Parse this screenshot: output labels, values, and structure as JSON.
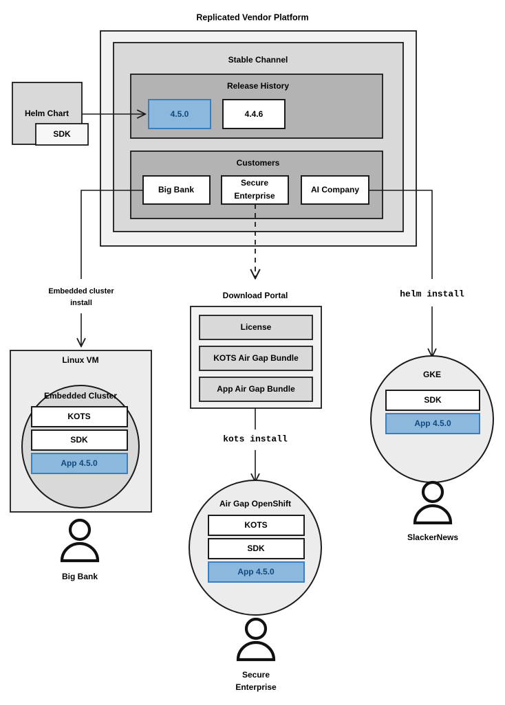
{
  "diagram": {
    "title": "Replicated Vendor Platform",
    "colors": {
      "accent_blue_fill": "#8cb8dd",
      "accent_blue_stroke": "#3a7ebd",
      "accent_blue_text": "#11497f",
      "panel_outer": "#f2f2f2",
      "panel_mid": "#d9d9d9",
      "panel_inner": "#b3b3b3",
      "box_gray": "#d9d9d9",
      "box_white": "#ffffff",
      "stroke": "#1a1a1a"
    }
  },
  "source": {
    "helm_chart": {
      "label": "Helm Chart"
    },
    "helm_sdk": {
      "label": "SDK"
    }
  },
  "platform": {
    "stable_channel": {
      "label": "Stable Channel"
    },
    "release_history": {
      "label": "Release History",
      "releases": [
        {
          "version": "4.5.0",
          "highlighted": true
        },
        {
          "version": "4.4.6",
          "highlighted": false
        }
      ]
    },
    "customers": {
      "label": "Customers",
      "items": [
        {
          "name": "Big Bank"
        },
        {
          "name": "Secure\nEnterprise",
          "line1": "Secure",
          "line2": "Enterprise"
        },
        {
          "name": "AI Company"
        }
      ]
    }
  },
  "download_portal": {
    "label": "Download Portal",
    "artifacts": [
      {
        "label": "License"
      },
      {
        "label": "KOTS Air Gap Bundle"
      },
      {
        "label": "App Air Gap Bundle"
      }
    ]
  },
  "edges": {
    "embedded_cluster_install": {
      "line1": "Embedded cluster",
      "line2": "install",
      "style": "solid"
    },
    "kots_install": {
      "label": "kots install",
      "style": "solid",
      "mono": true
    },
    "helm_install": {
      "label": "helm install",
      "style": "solid",
      "mono": true
    },
    "customer_to_portal": {
      "label": "",
      "style": "dashed"
    }
  },
  "targets": [
    {
      "id": "linux-vm",
      "container_label": "Linux VM",
      "shape": "rect",
      "inner_label": "Embedded Cluster",
      "components": [
        {
          "label": "KOTS",
          "highlighted": false
        },
        {
          "label": "SDK",
          "highlighted": false
        },
        {
          "label": "App 4.5.0",
          "highlighted": true
        }
      ],
      "actor_label": "Big Bank"
    },
    {
      "id": "air-gap-openshift",
      "container_label": "Air Gap OpenShift",
      "shape": "ellipse",
      "inner_label": "",
      "components": [
        {
          "label": "KOTS",
          "highlighted": false
        },
        {
          "label": "SDK",
          "highlighted": false
        },
        {
          "label": "App 4.5.0",
          "highlighted": true
        }
      ],
      "actor_label_line1": "Secure",
      "actor_label_line2": "Enterprise"
    },
    {
      "id": "gke",
      "container_label": "GKE",
      "shape": "ellipse",
      "inner_label": "",
      "components": [
        {
          "label": "SDK",
          "highlighted": false
        },
        {
          "label": "App 4.5.0",
          "highlighted": true
        }
      ],
      "actor_label": "SlackerNews"
    }
  ]
}
